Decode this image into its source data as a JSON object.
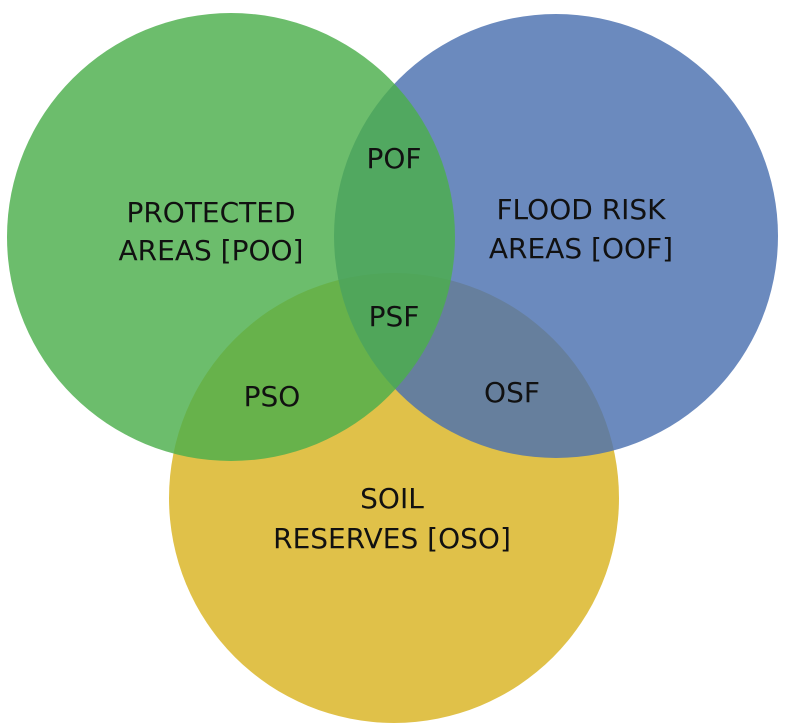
{
  "sets": {
    "protected": {
      "line1": "PROTECTED",
      "line2": "AREAS [POO]",
      "color": "#5cb85c"
    },
    "flood": {
      "line1": "FLOOD RISK",
      "line2": "AREAS [OOF]",
      "color": "#5b7fb8"
    },
    "soil": {
      "line1": "SOIL",
      "line2": "RESERVES [OSO]",
      "color": "#dcb830"
    }
  },
  "intersections": {
    "protected_flood": "POF",
    "protected_soil": "PSO",
    "flood_soil": "OSF",
    "all_three": "PSF"
  }
}
